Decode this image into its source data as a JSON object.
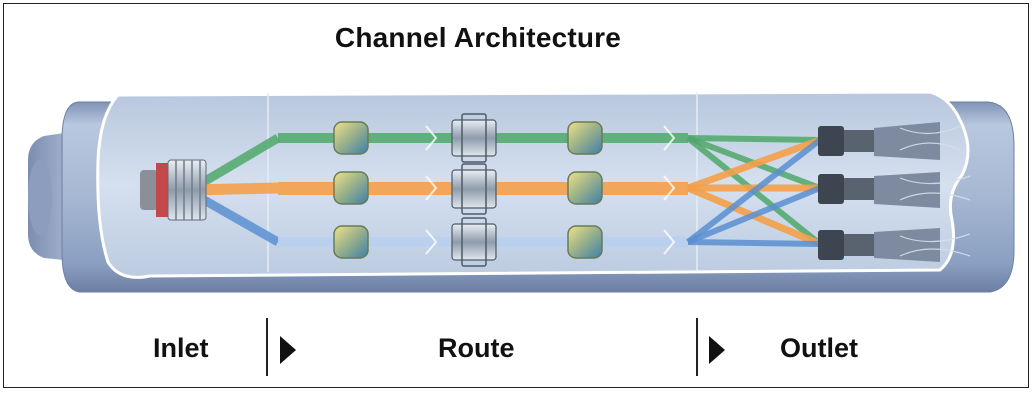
{
  "title": "Channel Architecture",
  "stages": {
    "inlet": "Inlet",
    "route": "Route",
    "outlet": "Outlet"
  },
  "channels": [
    {
      "color": "#4fa86a"
    },
    {
      "color": "#f5a04a"
    },
    {
      "color": "#5a8fd0"
    }
  ],
  "colors": {
    "housing": "#a9b9d4",
    "housing_dark": "#6f84a8",
    "panel": "#c8d6ea"
  }
}
